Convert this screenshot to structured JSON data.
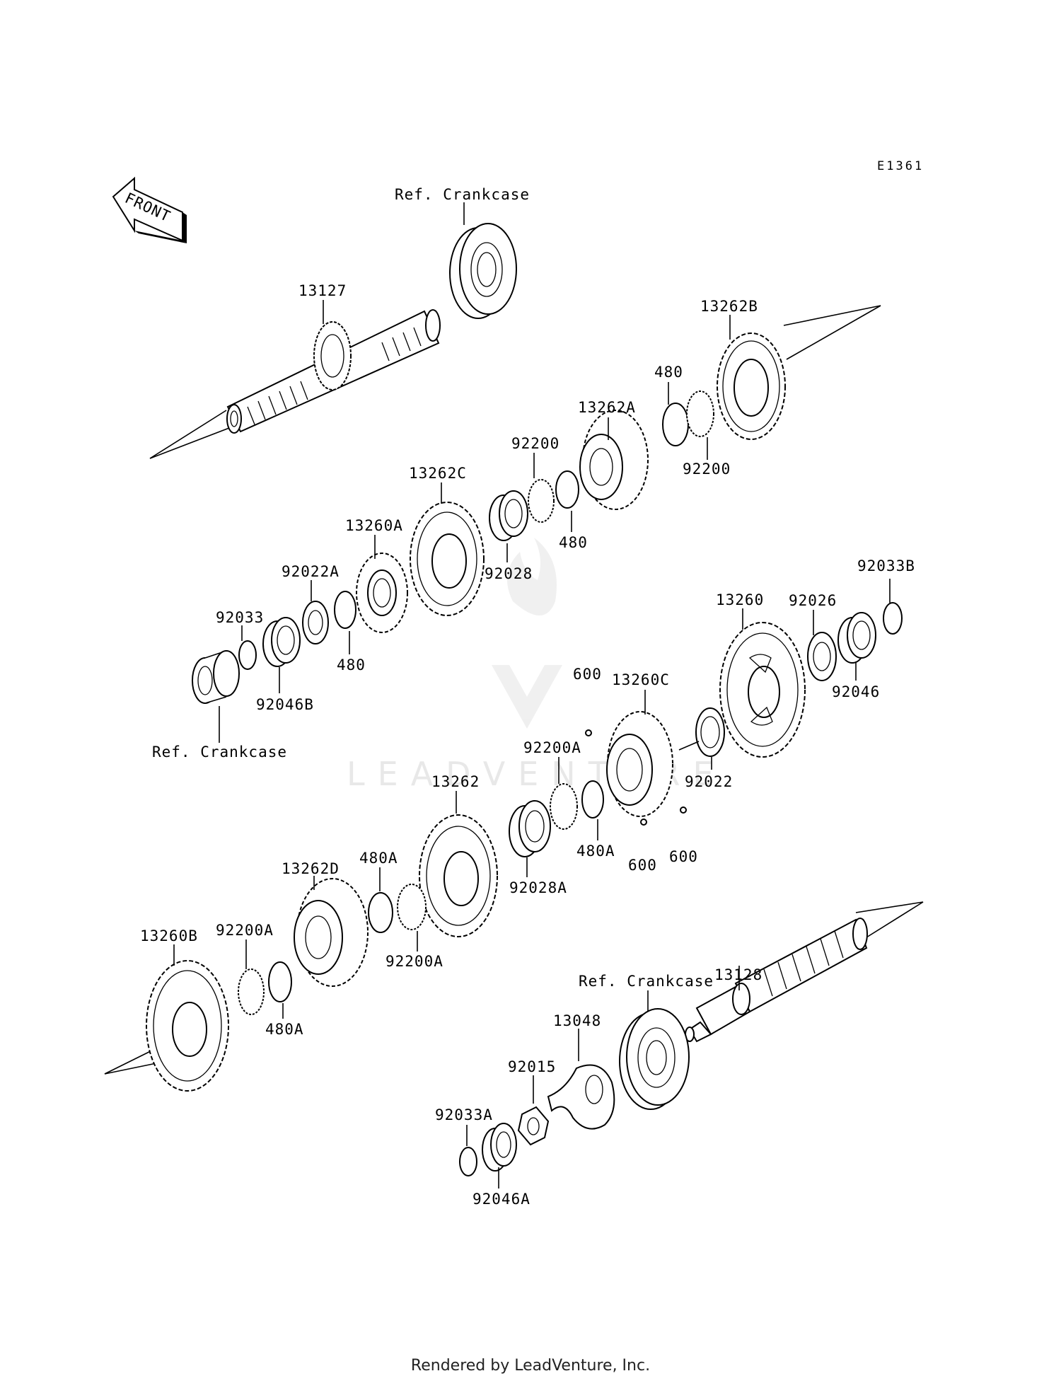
{
  "diagram_code": "E1361",
  "front_label": "FRONT",
  "watermark": "LEADVENTURE",
  "footer": "Rendered by LeadVenture, Inc.",
  "labels": {
    "ref_crankcase_top": "Ref. Crankcase",
    "p13127": "13127",
    "p13262B": "13262B",
    "p480_a": "480",
    "p13262A": "13262A",
    "p92200_a": "92200",
    "p92200_b": "92200",
    "p13262C": "13262C",
    "p480_b": "480",
    "p13260A": "13260A",
    "p92028": "92028",
    "p92022A": "92022A",
    "p92033": "92033",
    "p480_c": "480",
    "p92046B": "92046B",
    "ref_crankcase_left": "Ref. Crankcase",
    "p92033B": "92033B",
    "p13260": "13260",
    "p92026": "92026",
    "p92046": "92046",
    "p600_a": "600",
    "p13260C": "13260C",
    "p92200A_a": "92200A",
    "p92022": "92022",
    "p13262": "13262",
    "p480A_a": "480A",
    "p600_b": "600",
    "p600_c": "600",
    "p92028A": "92028A",
    "p480A_b": "480A",
    "p13262D": "13262D",
    "p13260B": "13260B",
    "p92200A_b": "92200A",
    "p92200A_c": "92200A",
    "p480A_c": "480A",
    "p13128": "13128",
    "ref_crankcase_bottom": "Ref. Crankcase",
    "p13048": "13048",
    "p92015": "92015",
    "p92033A": "92033A",
    "p92046A": "92046A"
  }
}
